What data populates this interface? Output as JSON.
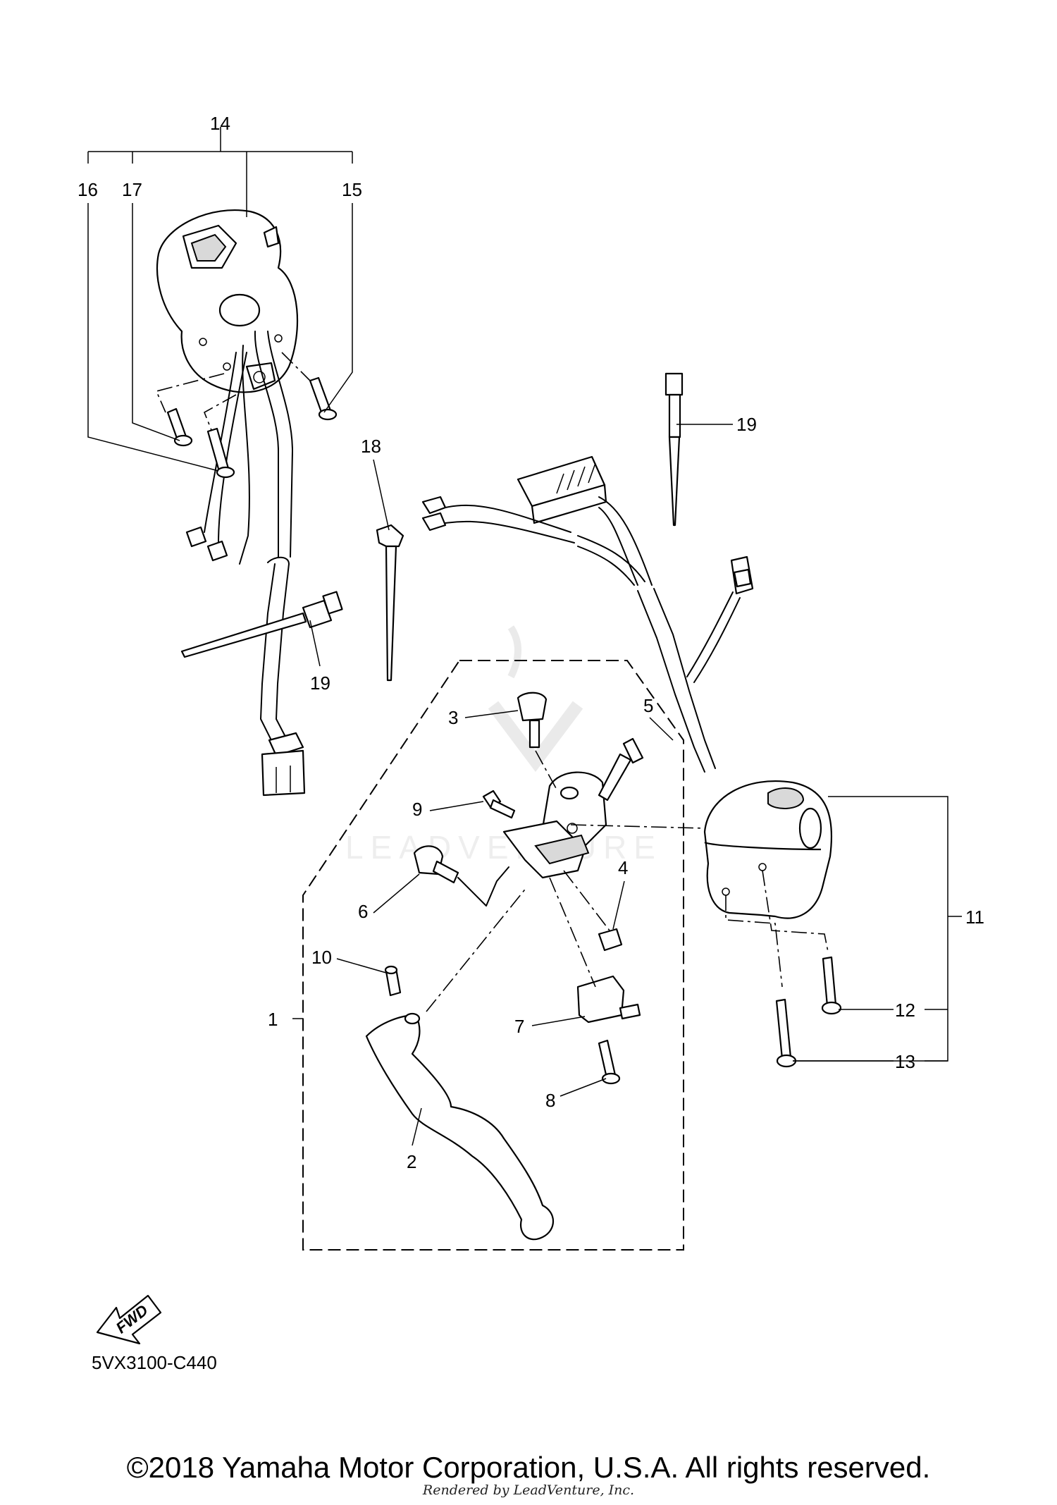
{
  "callouts": [
    "1",
    "2",
    "3",
    "4",
    "5",
    "6",
    "7",
    "8",
    "9",
    "10",
    "11",
    "12",
    "13",
    "14",
    "15",
    "16",
    "17",
    "18",
    "19",
    "19"
  ],
  "fwd_label": "FWD",
  "diagram_code": "5VX3100-C440",
  "copyright": "©2018 Yamaha Motor Corporation, U.S.A. All rights reserved.",
  "rendered_by": "Rendered by LeadVenture, Inc.",
  "watermark": "LEADVENTURE",
  "colors": {
    "line": "#000000",
    "background": "#ffffff",
    "watermark": "#cfcfcf"
  }
}
